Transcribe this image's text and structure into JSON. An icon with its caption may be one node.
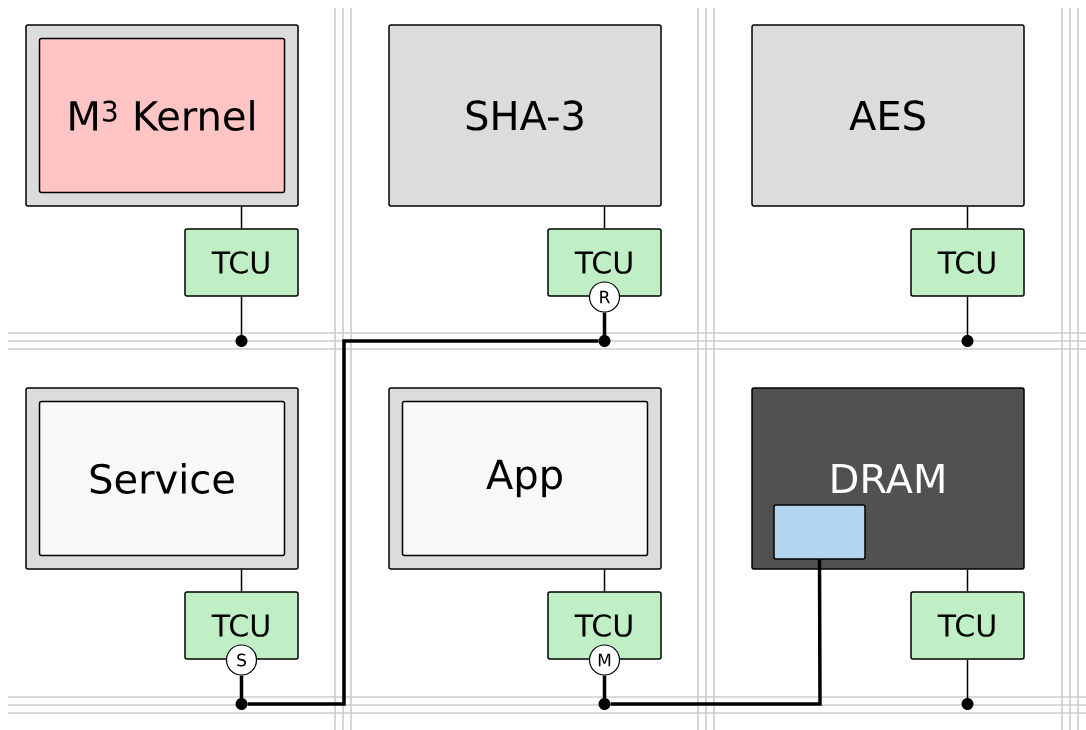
{
  "diagram": {
    "nodes": [
      {
        "text": [],
        "shape": "box"
      },
      {
        "text": [
          "M$^{3}$ Kernel"
        ],
        "in": 0
      },
      {
        "text": [
          "TCU"
        ]
      },
      {
        "text": [
          "SHA-3"
        ]
      },
      {
        "text": [
          "TCU"
        ]
      },
      {
        "text": [
          "AES"
        ]
      },
      {
        "text": [
          "TCU"
        ]
      },
      {
        "text": [],
        "shape": "box"
      },
      {
        "text": [
          "Service"
        ],
        "in": 7
      },
      {
        "text": [
          "TCU"
        ]
      },
      {
        "text": [],
        "shape": "box"
      },
      {
        "text": [
          "App"
        ],
        "in": 10
      },
      {
        "text": [
          "TCU"
        ]
      },
      {
        "text": [
          "DRAM"
        ]
      },
      {
        "text": [],
        "shape": "box",
        "in": 13
      },
      {
        "text": [
          "TCU"
        ]
      },
      {
        "text": [
          "R"
        ]
      },
      {
        "text": [
          "S"
        ]
      },
      {
        "text": [
          "M"
        ]
      },
      {
        "text": [],
        "shape": "circle"
      },
      {
        "text": [],
        "shape": "circle"
      },
      {
        "text": [],
        "shape": "circle"
      },
      {
        "text": [],
        "shape": "circle"
      },
      {
        "text": [],
        "shape": "circle"
      },
      {
        "text": [],
        "shape": "circle"
      }
    ],
    "edges": [
      {
        "from": 0,
        "to": 2,
        "arrow": "none"
      },
      {
        "from": 3,
        "to": 4,
        "arrow": "none"
      },
      {
        "from": 5,
        "to": 6,
        "arrow": "none"
      },
      {
        "from": 7,
        "to": 9,
        "arrow": "none"
      },
      {
        "from": 10,
        "to": 12,
        "arrow": "none"
      },
      {
        "from": 13,
        "to": 15,
        "arrow": "none"
      },
      {
        "from": 2,
        "to": 19,
        "arrow": "none"
      },
      {
        "from": 16,
        "to": 20,
        "arrow": "none",
        "style": "thick"
      },
      {
        "from": 6,
        "to": 21,
        "arrow": "none"
      },
      {
        "from": 17,
        "to": 22,
        "arrow": "none",
        "style": "thick"
      },
      {
        "from": 18,
        "to": 23,
        "arrow": "none",
        "style": "thick"
      },
      {
        "from": 15,
        "to": 24,
        "arrow": "none"
      },
      {
        "from": 20,
        "to": 22,
        "arrow": "none",
        "style": "thick"
      },
      {
        "from": 23,
        "to": 14,
        "arrow": "none",
        "style": "thick"
      }
    ]
  }
}
